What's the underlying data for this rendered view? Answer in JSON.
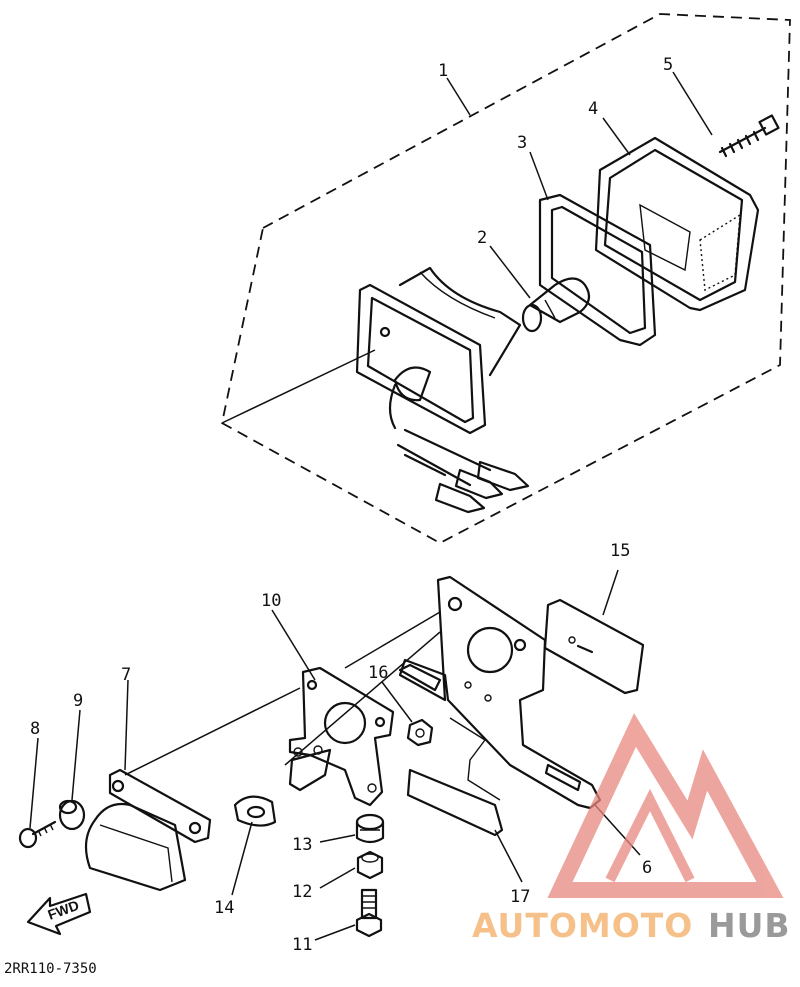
{
  "diagram": {
    "drawing_code": "2RR110-7350",
    "direction_label": "FWD",
    "callouts": [
      "1",
      "2",
      "3",
      "4",
      "5",
      "6",
      "7",
      "8",
      "9",
      "10",
      "11",
      "12",
      "13",
      "14",
      "15",
      "16",
      "17"
    ]
  },
  "watermark": {
    "text_part1": "AUTOMOTO",
    "text_part2": "HUB",
    "color_accent": "#e05a5a",
    "color_orange": "#f6c08a",
    "color_gray": "#9a9a9a"
  }
}
